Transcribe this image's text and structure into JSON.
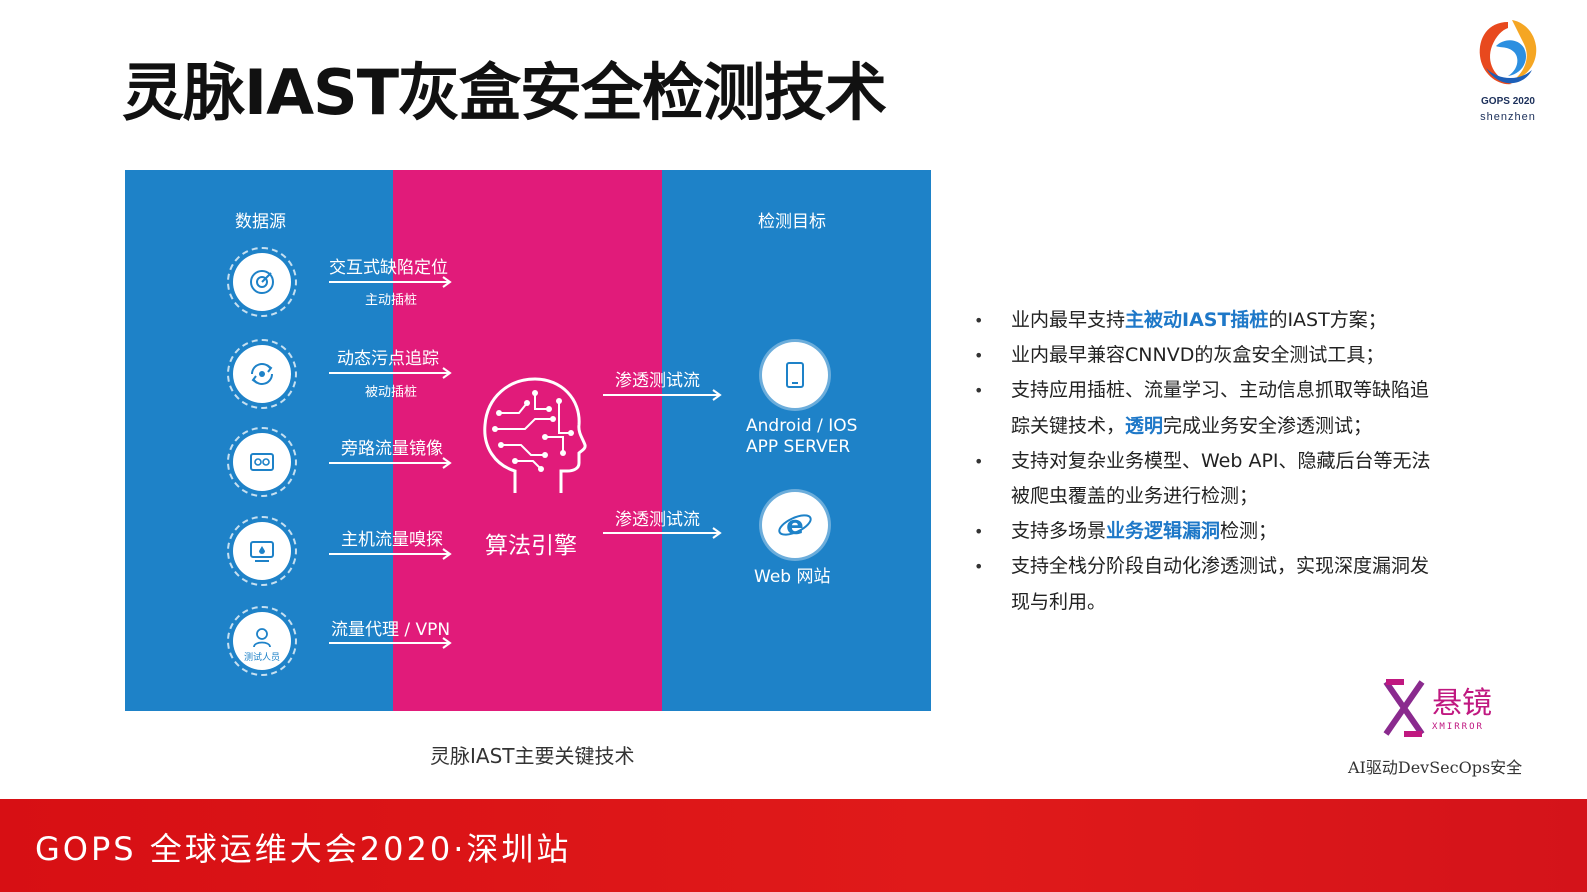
{
  "slide": {
    "title": "灵脉IAST灰盒安全检测技术",
    "caption": "灵脉IAST主要关键技术"
  },
  "gops_logo": {
    "line1": "GOPS 2020",
    "line2": "shenzhen"
  },
  "diagram": {
    "left_header": "数据源",
    "right_header": "检测目标",
    "sources": [
      {
        "label": "交互式缺陷定位",
        "sub": "主动插桩",
        "icon": "radar-icon"
      },
      {
        "label": "动态污点追踪",
        "sub": "被动插桩",
        "icon": "refresh-icon"
      },
      {
        "label": "旁路流量镜像",
        "sub": "",
        "icon": "mirror-icon"
      },
      {
        "label": "主机流量嗅探",
        "sub": "",
        "icon": "monitor-icon"
      },
      {
        "label": "流量代理 / VPN",
        "sub": "",
        "icon": "user-icon",
        "icon_text": "测试人员"
      }
    ],
    "engine_label": "算法引擎",
    "flows": [
      "渗透测试流",
      "渗透测试流"
    ],
    "targets": [
      {
        "line1": "Android / IOS",
        "line2": "APP SERVER",
        "icon": "phone-icon"
      },
      {
        "line1": "Web 网站",
        "line2": "",
        "icon": "browser-icon"
      }
    ],
    "colors": {
      "blue": "#1e82c8",
      "magenta": "#e11b7a"
    }
  },
  "bullets": [
    {
      "parts": [
        {
          "t": "业内最早支持",
          "h": false
        },
        {
          "t": "主被动IAST插桩",
          "h": true
        },
        {
          "t": "的IAST方案；",
          "h": false
        }
      ]
    },
    {
      "parts": [
        {
          "t": "业内最早兼容CNNVD的灰盒安全测试工具；",
          "h": false
        }
      ]
    },
    {
      "parts": [
        {
          "t": "支持应用插桩、流量学习、主动信息抓取等缺陷追踪关键技术，",
          "h": false
        },
        {
          "t": "透明",
          "h": true
        },
        {
          "t": "完成业务安全渗透测试；",
          "h": false
        }
      ]
    },
    {
      "parts": [
        {
          "t": "支持对复杂业务模型、Web API、隐藏后台等无法被爬虫覆盖的业务进行检测；",
          "h": false
        }
      ]
    },
    {
      "parts": [
        {
          "t": "支持多场景",
          "h": false
        },
        {
          "t": "业务逻辑漏洞",
          "h": true
        },
        {
          "t": "检测；",
          "h": false
        }
      ]
    },
    {
      "parts": [
        {
          "t": "支持全栈分阶段自动化渗透测试，实现深度漏洞发现与利用。",
          "h": false
        }
      ]
    }
  ],
  "brand": {
    "name": "悬镜",
    "sub": "XMIRROR",
    "tagline": "AI驱动DevSecOps安全"
  },
  "footer": {
    "text": "GOPS 全球运维大会2020·深圳站"
  }
}
